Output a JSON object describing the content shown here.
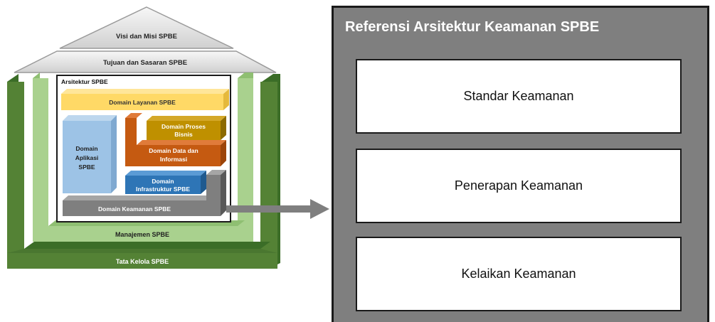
{
  "house": {
    "roof_top": "Visi dan Misi SPBE",
    "roof_bottom": "Tujuan dan Sasaran SPBE",
    "arsitektur_label": "Arsitektur SPBE",
    "domain_layanan": "Domain Layanan SPBE",
    "domain_aplikasi": [
      "Domain",
      "Aplikasi",
      "SPBE"
    ],
    "domain_proses": [
      "Domain Proses",
      "Bisnis"
    ],
    "domain_data": [
      "Domain Data dan",
      "Informasi"
    ],
    "domain_infra": [
      "Domain",
      "Infrastruktur SPBE"
    ],
    "domain_keamanan": "Domain Keamanan SPBE",
    "manajemen": "Manajemen SPBE",
    "tata_kelola": "Tata Kelola SPBE"
  },
  "reference": {
    "title": "Referensi Arsitektur Keamanan SPBE",
    "items": [
      "Standar Keamanan",
      "Penerapan Keamanan",
      "Kelaikan Keamanan"
    ]
  },
  "colors": {
    "tata_kelola": "#548235",
    "manajemen": "#a9d18e",
    "layanan": "#ffd966",
    "aplikasi": "#9dc3e6",
    "proses": "#bf9000",
    "data": "#c55a11",
    "infra": "#2e75b6",
    "keamanan": "#7f7f7f",
    "panel": "#7f7f7f"
  }
}
